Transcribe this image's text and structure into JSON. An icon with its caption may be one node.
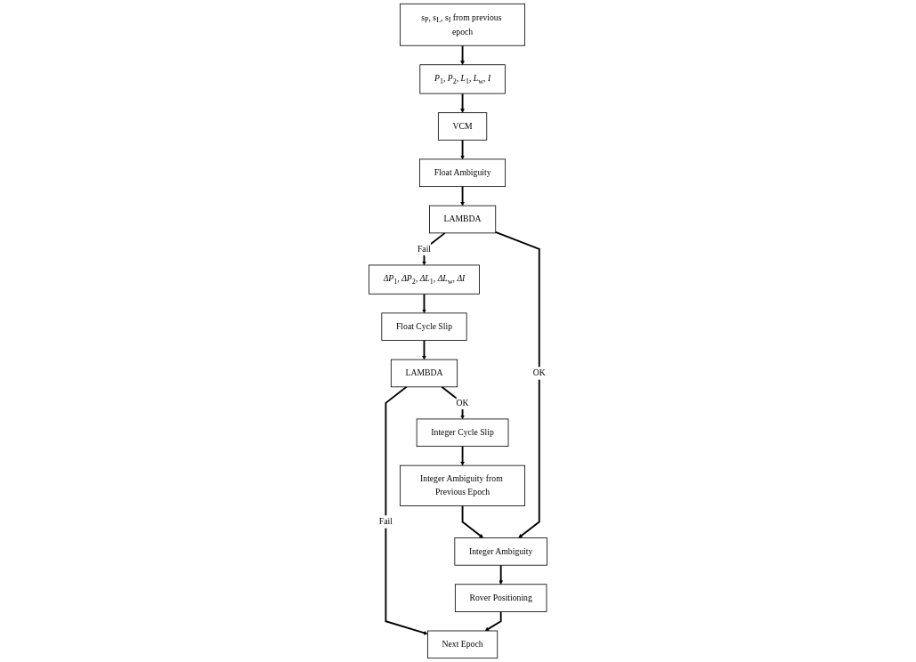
{
  "diagram": {
    "nodes": [
      {
        "text": [
          "s$_{P}$, s$_{L}$, s$_{I}$ from previous epoch"
        ]
      },
      {
        "text": [
          "*P*$_{1}$, *P*$_{2}$, *L*$_{1}$, *L*$_{w}$, *I*"
        ]
      },
      {
        "text": [
          "VCM"
        ]
      },
      {
        "text": [
          "Float Ambiguity"
        ]
      },
      {
        "text": [
          "LAMBDA"
        ]
      },
      {
        "text": [
          "Integer Ambiguity"
        ]
      },
      {
        "text": [
          "Rover Positioning"
        ]
      },
      {
        "text": [
          "Next Epoch"
        ]
      },
      {
        "text": [
          "*ΔP*$_{1}$, *ΔP*$_{2}$, *ΔL*$_{1}$, *ΔL*$_{w}$, *ΔI*"
        ]
      },
      {
        "text": [
          "Float Cycle Slip"
        ]
      },
      {
        "text": [
          "LAMBDA"
        ]
      },
      {
        "text": [
          "Integer Cycle Slip"
        ]
      },
      {
        "text": [
          "Integer Ambiguity from Previous Epoch"
        ]
      }
    ],
    "edges": [
      {
        "from": 0,
        "to": 1,
        "arrow": "to"
      },
      {
        "from": 1,
        "to": 2,
        "arrow": "to"
      },
      {
        "from": 2,
        "to": 3,
        "arrow": "to"
      },
      {
        "from": 3,
        "to": 4,
        "arrow": "to"
      },
      {
        "from": 4,
        "to": 8,
        "arrow": "to",
        "label": "Fail"
      },
      {
        "from": 4,
        "to": 5,
        "arrow": "to",
        "label": "OK"
      },
      {
        "from": 8,
        "to": 9,
        "arrow": "to"
      },
      {
        "from": 9,
        "to": 10,
        "arrow": "to"
      },
      {
        "from": 10,
        "to": 7,
        "arrow": "to",
        "label": "Fail"
      },
      {
        "from": 10,
        "to": 11,
        "arrow": "to",
        "label": "OK"
      },
      {
        "from": 11,
        "to": 12,
        "arrow": "to"
      },
      {
        "from": 12,
        "to": 5,
        "arrow": "to"
      },
      {
        "from": 5,
        "to": 6,
        "arrow": "to"
      },
      {
        "from": 6,
        "to": 7,
        "arrow": "to"
      }
    ]
  }
}
